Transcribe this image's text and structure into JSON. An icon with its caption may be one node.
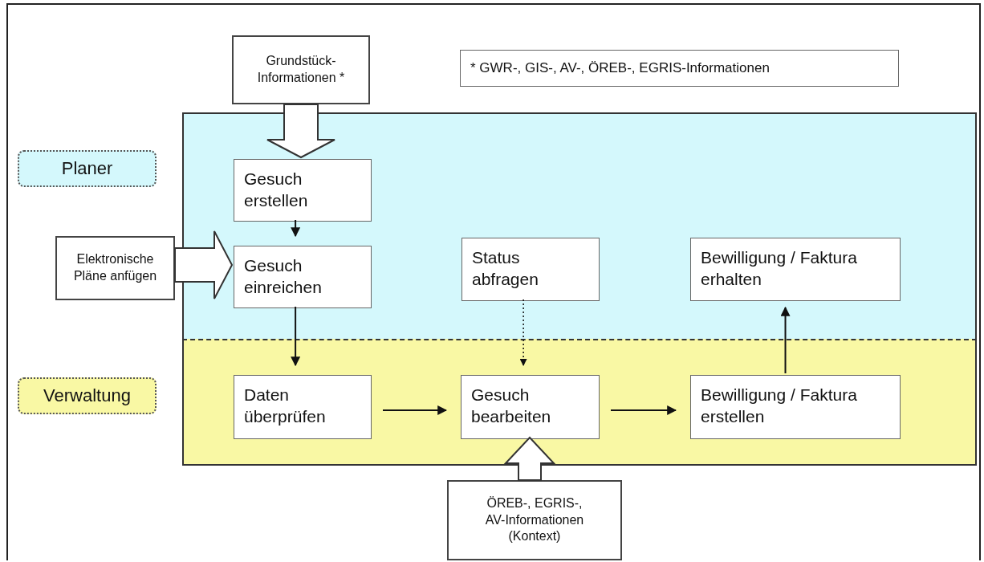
{
  "diagram": {
    "nodes": [
      {
        "text": [
          "Grundstück- Informationen *"
        ]
      },
      {
        "text": [
          "* GWR-, GIS-, AV-, ÖREB-, EGRIS-Informationen"
        ]
      },
      {
        "text": [
          "Planer"
        ]
      },
      {
        "text": [],
        "shape": "band"
      },
      {
        "text": [
          "Gesuch erstellen"
        ],
        "in": 3
      },
      {
        "text": [
          "Elektronische Pläne anfügen"
        ]
      },
      {
        "text": [
          "Gesuch einreichen"
        ],
        "in": 3
      },
      {
        "text": [
          "Status abfragen"
        ],
        "in": 3
      },
      {
        "text": [
          "Bewilligung / Faktura erhalten"
        ],
        "in": 3
      },
      {
        "text": [
          "Verwaltung"
        ]
      },
      {
        "text": [],
        "shape": "band"
      },
      {
        "text": [
          "Daten überprüfen"
        ],
        "in": 10
      },
      {
        "text": [
          "Gesuch bearbeiten"
        ],
        "in": 10
      },
      {
        "text": [
          "Bewilligung / Faktura erstellen"
        ],
        "in": 10
      },
      {
        "text": [
          "ÖREB-, EGRIS-, AV-Informationen (Kontext)"
        ]
      }
    ],
    "edges": [
      {
        "from": 0,
        "to": 4,
        "arrow": "to",
        "style": "thick"
      },
      {
        "from": 4,
        "to": 6,
        "arrow": "to"
      },
      {
        "from": 5,
        "to": 6,
        "arrow": "to",
        "style": "thick"
      },
      {
        "from": 6,
        "to": 11,
        "arrow": "to"
      },
      {
        "from": 7,
        "to": 12,
        "arrow": "to",
        "style": "dashed"
      },
      {
        "from": 13,
        "to": 8,
        "arrow": "to"
      },
      {
        "from": 11,
        "to": 12,
        "arrow": "to"
      },
      {
        "from": 12,
        "to": 13,
        "arrow": "to"
      },
      {
        "from": 14,
        "to": 12,
        "arrow": "to",
        "style": "thick"
      }
    ]
  }
}
